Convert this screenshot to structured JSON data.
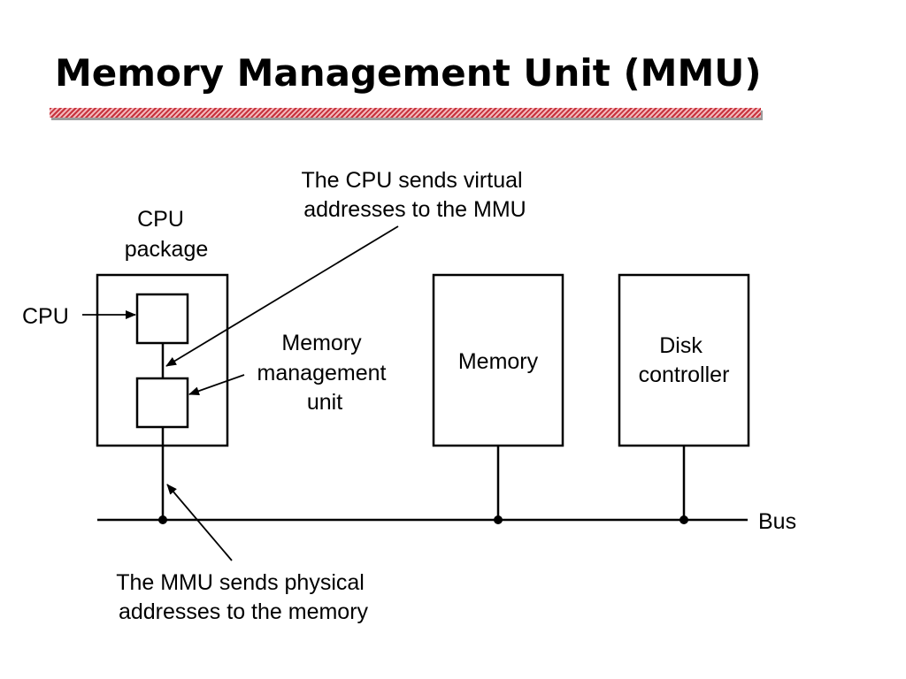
{
  "slide": {
    "title": "Memory Management Unit (MMU)"
  },
  "diagram": {
    "cpu_package_label": [
      "CPU",
      "package"
    ],
    "cpu_label": "CPU",
    "mmu_label": [
      "Memory",
      "management",
      "unit"
    ],
    "memory_label": "Memory",
    "disk_controller_label": [
      "Disk",
      "controller"
    ],
    "bus_label": "Bus",
    "virtual_note": [
      "The CPU sends virtual",
      "addresses to the MMU"
    ],
    "physical_note": [
      "The MMU sends physical",
      "addresses to the memory"
    ]
  },
  "colors": {
    "ink": "#000000",
    "title_rule": "#c8323c"
  }
}
